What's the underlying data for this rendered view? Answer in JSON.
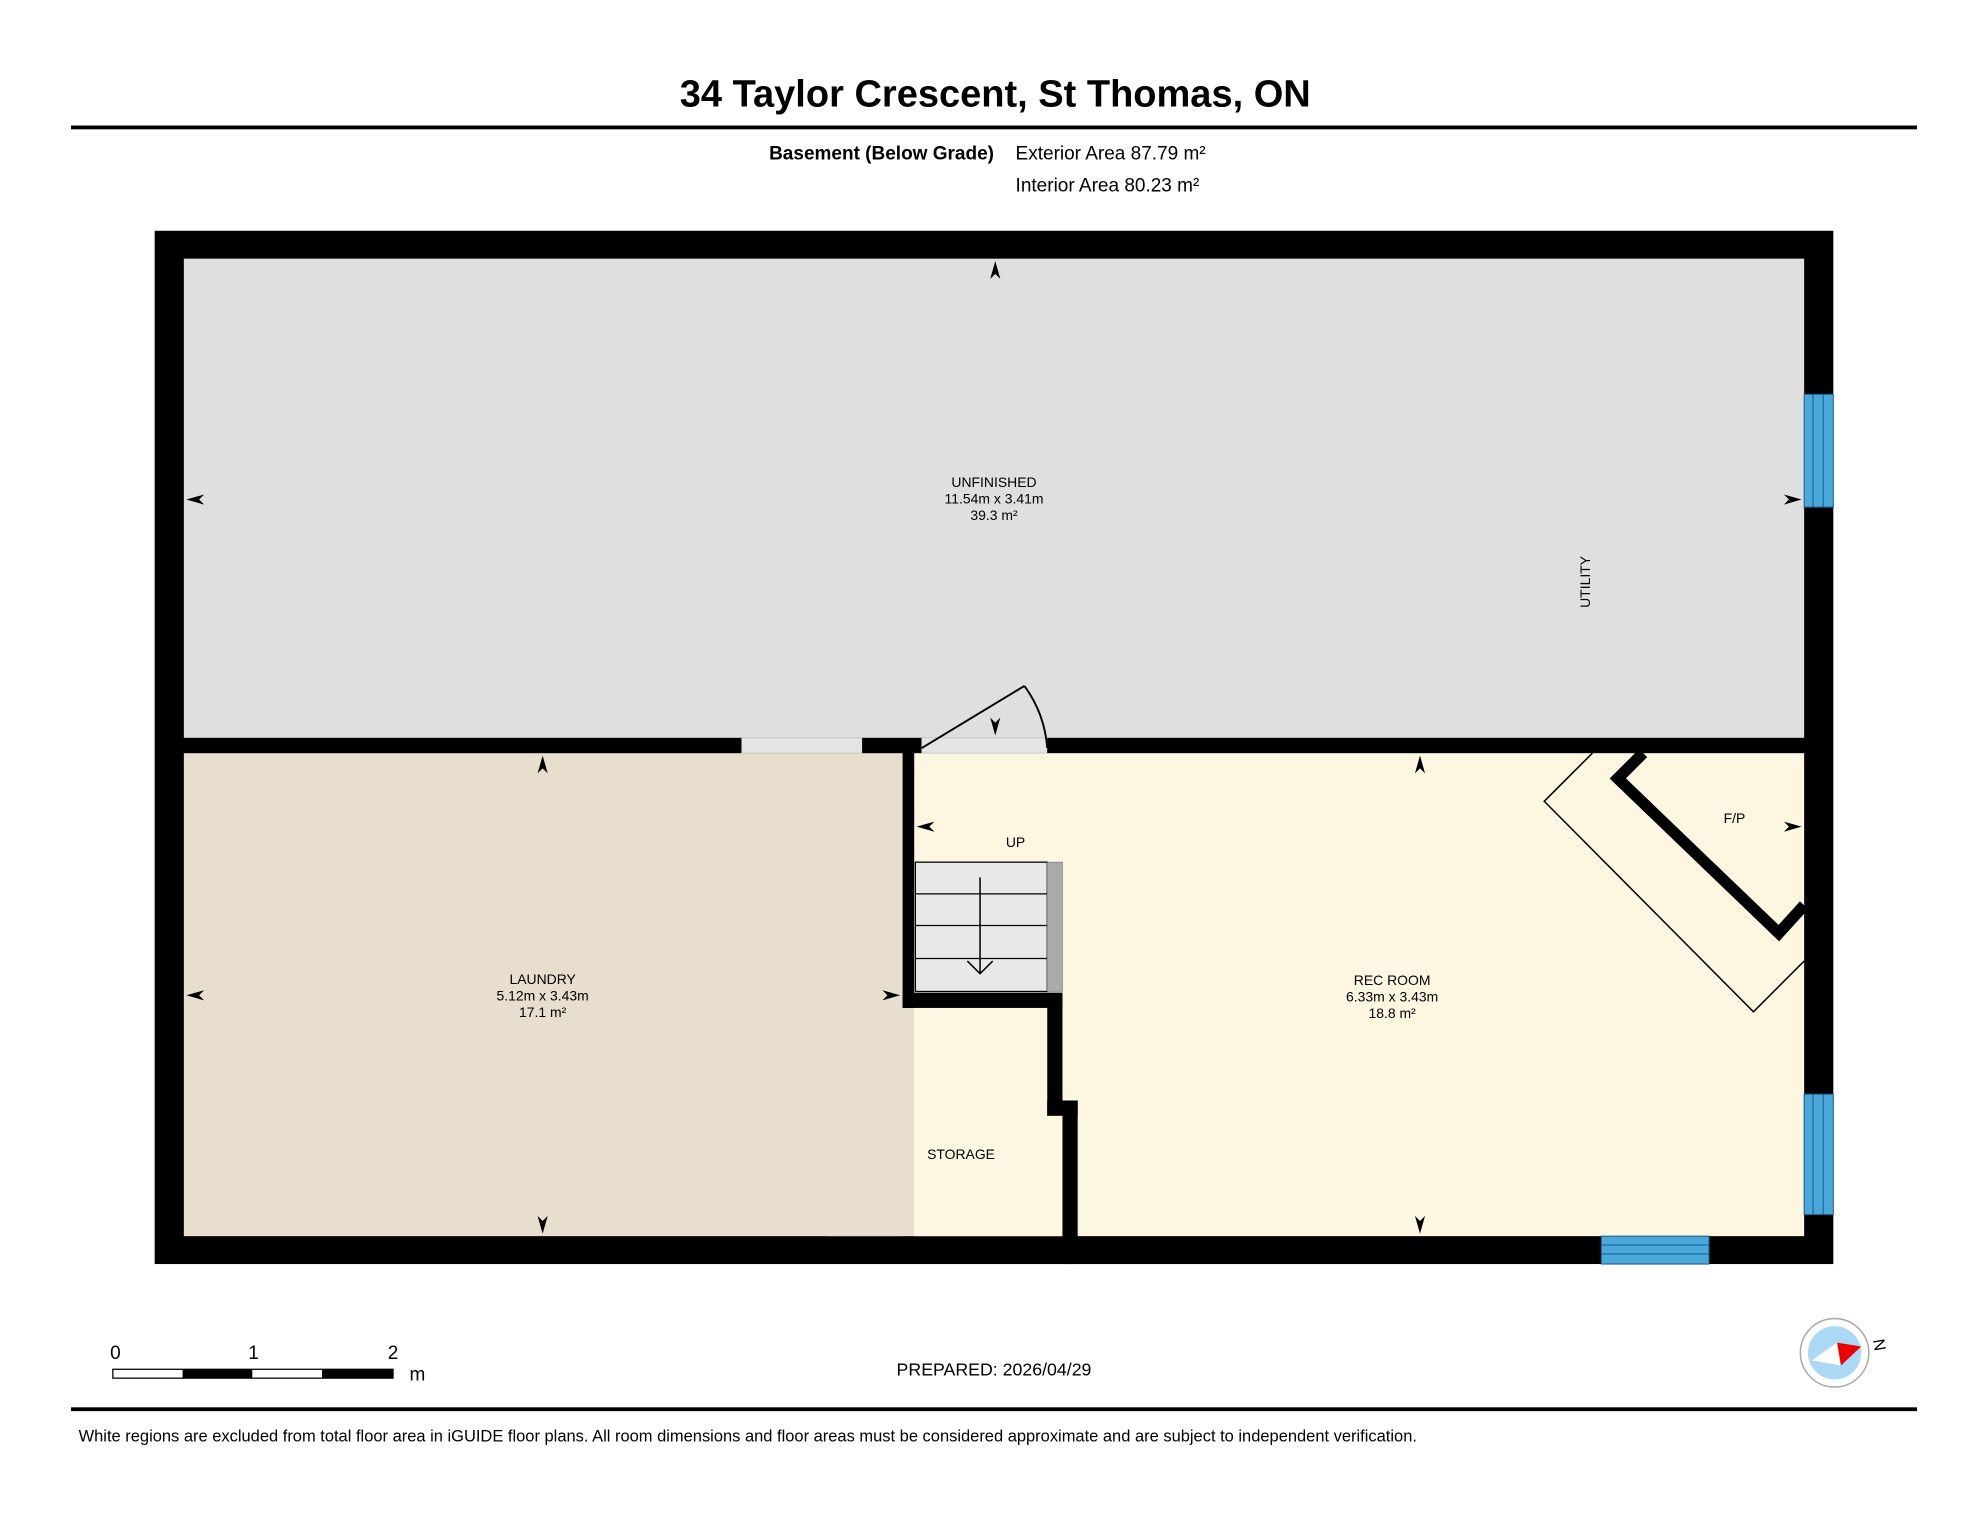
{
  "header": {
    "title": "34 Taylor Crescent, St Thomas, ON",
    "floor_label": "Basement (Below Grade)",
    "exterior_area": "Exterior Area 87.79 m²",
    "interior_area": "Interior Area 80.23 m²"
  },
  "rooms": {
    "unfinished": {
      "name": "UNFINISHED",
      "dims": "11.54m x 3.41m",
      "area": "39.3 m²"
    },
    "laundry": {
      "name": "LAUNDRY",
      "dims": "5.12m x 3.43m",
      "area": "17.1 m²"
    },
    "rec_room": {
      "name": "REC ROOM",
      "dims": "6.33m x 3.43m",
      "area": "18.8 m²"
    },
    "storage": {
      "name": "STORAGE"
    },
    "utility": {
      "name": "UTILITY"
    },
    "stairs": {
      "label": "UP"
    },
    "fireplace": {
      "label": "F/P"
    }
  },
  "scale_bar": {
    "ticks": [
      "0",
      "1",
      "2"
    ],
    "unit": "m"
  },
  "compass": {
    "label": "N"
  },
  "prepared": "PREPARED: 2026/04/29",
  "disclaimer": "White regions are excluded from total floor area in iGUIDE floor plans. All room dimensions and floor areas must be considered approximate and are subject to independent verification.",
  "colors": {
    "unfinished": "#dfdfdf",
    "laundry": "#e7dece",
    "rec_room": "#fdf7e2",
    "window": "#4aa8dc",
    "compass_red": "#ee0000",
    "compass_blue": "#aad8f5"
  }
}
